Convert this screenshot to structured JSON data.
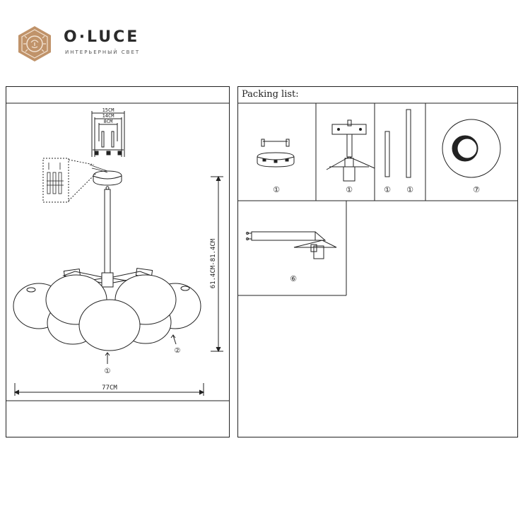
{
  "brand": {
    "name": "O·LUCE",
    "tagline": "ИНТЕРЬЕРНЫЙ СВЕТ",
    "logo_icon": "lion-icon",
    "accent_color": "#c0936a"
  },
  "dimensions": {
    "top_width_1": "15CM",
    "top_width_2": "14CM",
    "top_width_3": "8CM",
    "height": "61.4CM-81.4CM",
    "width": "77CM",
    "callout_1": "①",
    "callout_2": "②"
  },
  "packing": {
    "title": "Packing list:",
    "items": [
      {
        "name": "ceiling-canopy",
        "qty": "①"
      },
      {
        "name": "mounting-bracket-assembly",
        "qty": "①"
      },
      {
        "name": "short-rod",
        "qty": "①"
      },
      {
        "name": "long-rod",
        "qty": "①"
      },
      {
        "name": "glass-shade",
        "qty": "⑦"
      },
      {
        "name": "lamp-arm",
        "qty": "⑥"
      }
    ]
  }
}
